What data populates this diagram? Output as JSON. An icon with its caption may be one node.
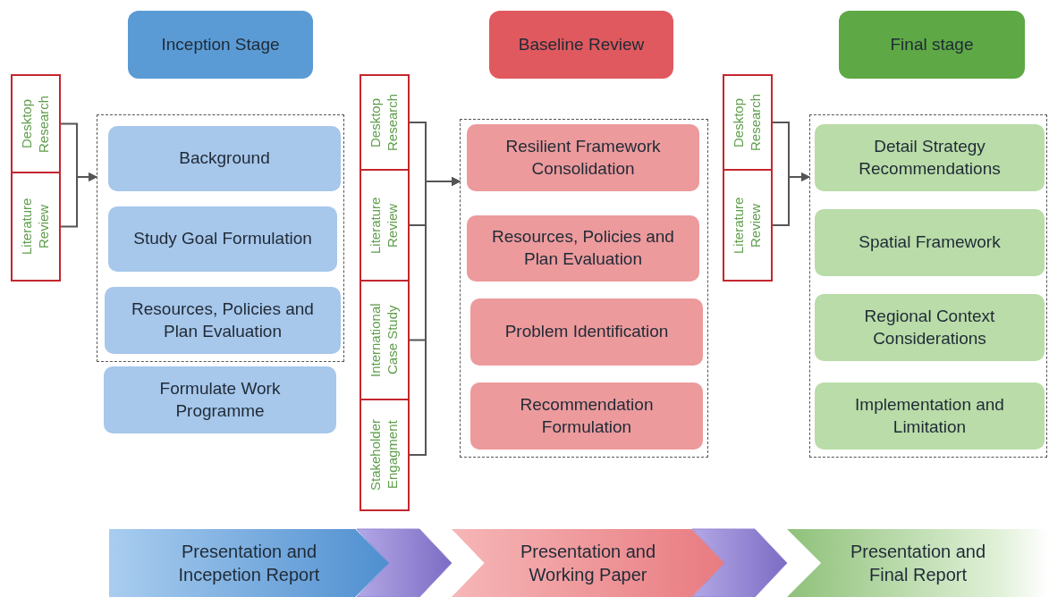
{
  "diagram": {
    "nodes": [
      {
        "text": [
          "Inception Stage"
        ]
      },
      {
        "text": [
          "Baseline Review"
        ]
      },
      {
        "text": [
          "Final stage"
        ]
      },
      {
        "text": [
          "Desktop Research"
        ]
      },
      {
        "text": [
          "Literature Review"
        ]
      },
      {
        "text": [],
        "shape": "box"
      },
      {
        "text": [
          "Background"
        ],
        "in": 5
      },
      {
        "text": [
          "Study Goal Formulation"
        ],
        "in": 5
      },
      {
        "text": [
          "Resources, Policies and Plan Evaluation"
        ],
        "in": 5
      },
      {
        "text": [
          "Formulate Work Programme"
        ]
      },
      {
        "text": [
          "Desktop Research"
        ]
      },
      {
        "text": [
          "Literature Review"
        ]
      },
      {
        "text": [
          "International Case Study"
        ]
      },
      {
        "text": [
          "Stakeholder Engagment"
        ]
      },
      {
        "text": [],
        "shape": "box"
      },
      {
        "text": [
          "Resilient Framework Consolidation"
        ],
        "in": 14
      },
      {
        "text": [
          "Resources, Policies and Plan Evaluation"
        ],
        "in": 14
      },
      {
        "text": [
          "Problem Identification"
        ],
        "in": 14
      },
      {
        "text": [
          "Recommendation Formulation"
        ],
        "in": 14
      },
      {
        "text": [
          "Desktop Research"
        ]
      },
      {
        "text": [
          "Literature Review"
        ]
      },
      {
        "text": [],
        "shape": "box"
      },
      {
        "text": [
          "Detail Strategy Recommendations"
        ],
        "in": 21
      },
      {
        "text": [
          "Spatial Framework"
        ],
        "in": 21
      },
      {
        "text": [
          "Regional Context Considerations"
        ],
        "in": 21
      },
      {
        "text": [
          "Implementation and Limitation"
        ],
        "in": 21
      },
      {
        "text": [
          "Presentation and Incepetion Report"
        ]
      },
      {
        "text": [
          "Presentation and Working Paper"
        ]
      },
      {
        "text": [
          "Presentation and Final Report"
        ]
      }
    ],
    "edges": [
      {
        "from": 3,
        "to": 5,
        "arrow": "to"
      },
      {
        "from": 4,
        "to": 5,
        "arrow": "to"
      },
      {
        "from": 10,
        "to": 14,
        "arrow": "to"
      },
      {
        "from": 11,
        "to": 14,
        "arrow": "to"
      },
      {
        "from": 12,
        "to": 14,
        "arrow": "to"
      },
      {
        "from": 13,
        "to": 14,
        "arrow": "to"
      },
      {
        "from": 19,
        "to": 21,
        "arrow": "to"
      },
      {
        "from": 20,
        "to": 21,
        "arrow": "to"
      },
      {
        "from": 26,
        "to": 27,
        "arrow": "to",
        "style": "thick",
        "color": "#9384d4"
      },
      {
        "from": 27,
        "to": 28,
        "arrow": "to",
        "style": "thick",
        "color": "#9384d4"
      }
    ]
  }
}
